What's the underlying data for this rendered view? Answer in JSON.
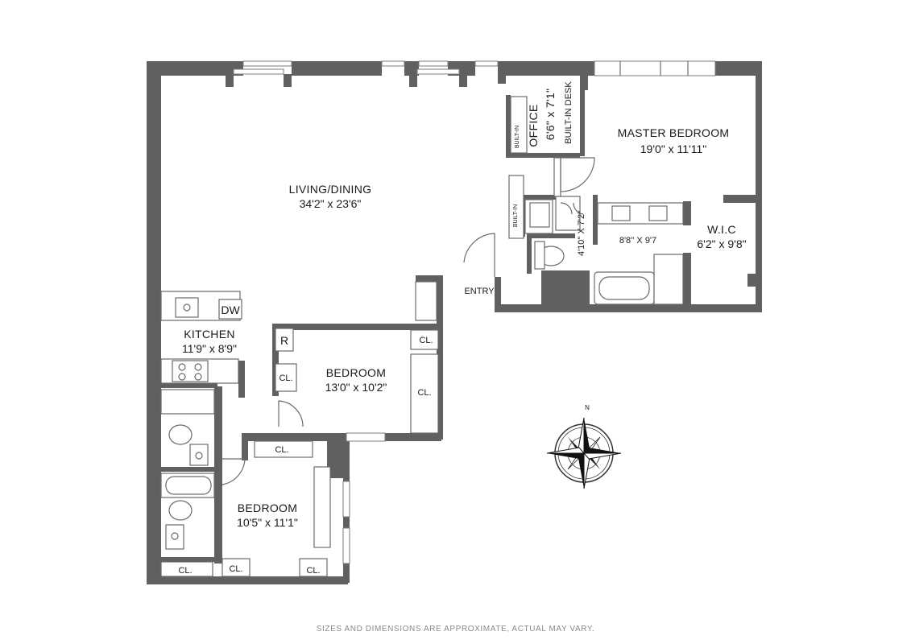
{
  "rooms": {
    "living": {
      "name": "LIVING/DINING",
      "dims": "34'2\" x 23'6\""
    },
    "master": {
      "name": "MASTER BEDROOM",
      "dims": "19'0\" x 11'11\""
    },
    "office": {
      "name": "OFFICE",
      "dims": "6'6\" x 7'1\"",
      "desk": "BUILT-IN DESK"
    },
    "wic": {
      "name": "W.I.C",
      "dims": "6'2\" x 9'8\""
    },
    "master_bath": {
      "dims": "8'8'' X 9'7"
    },
    "hall_closet": {
      "dims": "4'10\" X 7'2\""
    },
    "kitchen": {
      "name": "KITCHEN",
      "dims": "11'9\" x 8'9\""
    },
    "bedroom2": {
      "name": "BEDROOM",
      "dims": "13'0\" x 10'2\""
    },
    "bedroom3": {
      "name": "BEDROOM",
      "dims": "10'5\" x 11'1\""
    }
  },
  "labels": {
    "entry": "ENTRY",
    "built_in": "BUILT-IN",
    "dw": "DW",
    "refrigerator": "R",
    "closet": "CL.",
    "compass_north": "N"
  },
  "disclaimer": "SIZES AND DIMENSIONS ARE APPROXIMATE, ACTUAL MAY VARY.",
  "colors": {
    "wall": "#5f6062",
    "background": "#ffffff"
  }
}
